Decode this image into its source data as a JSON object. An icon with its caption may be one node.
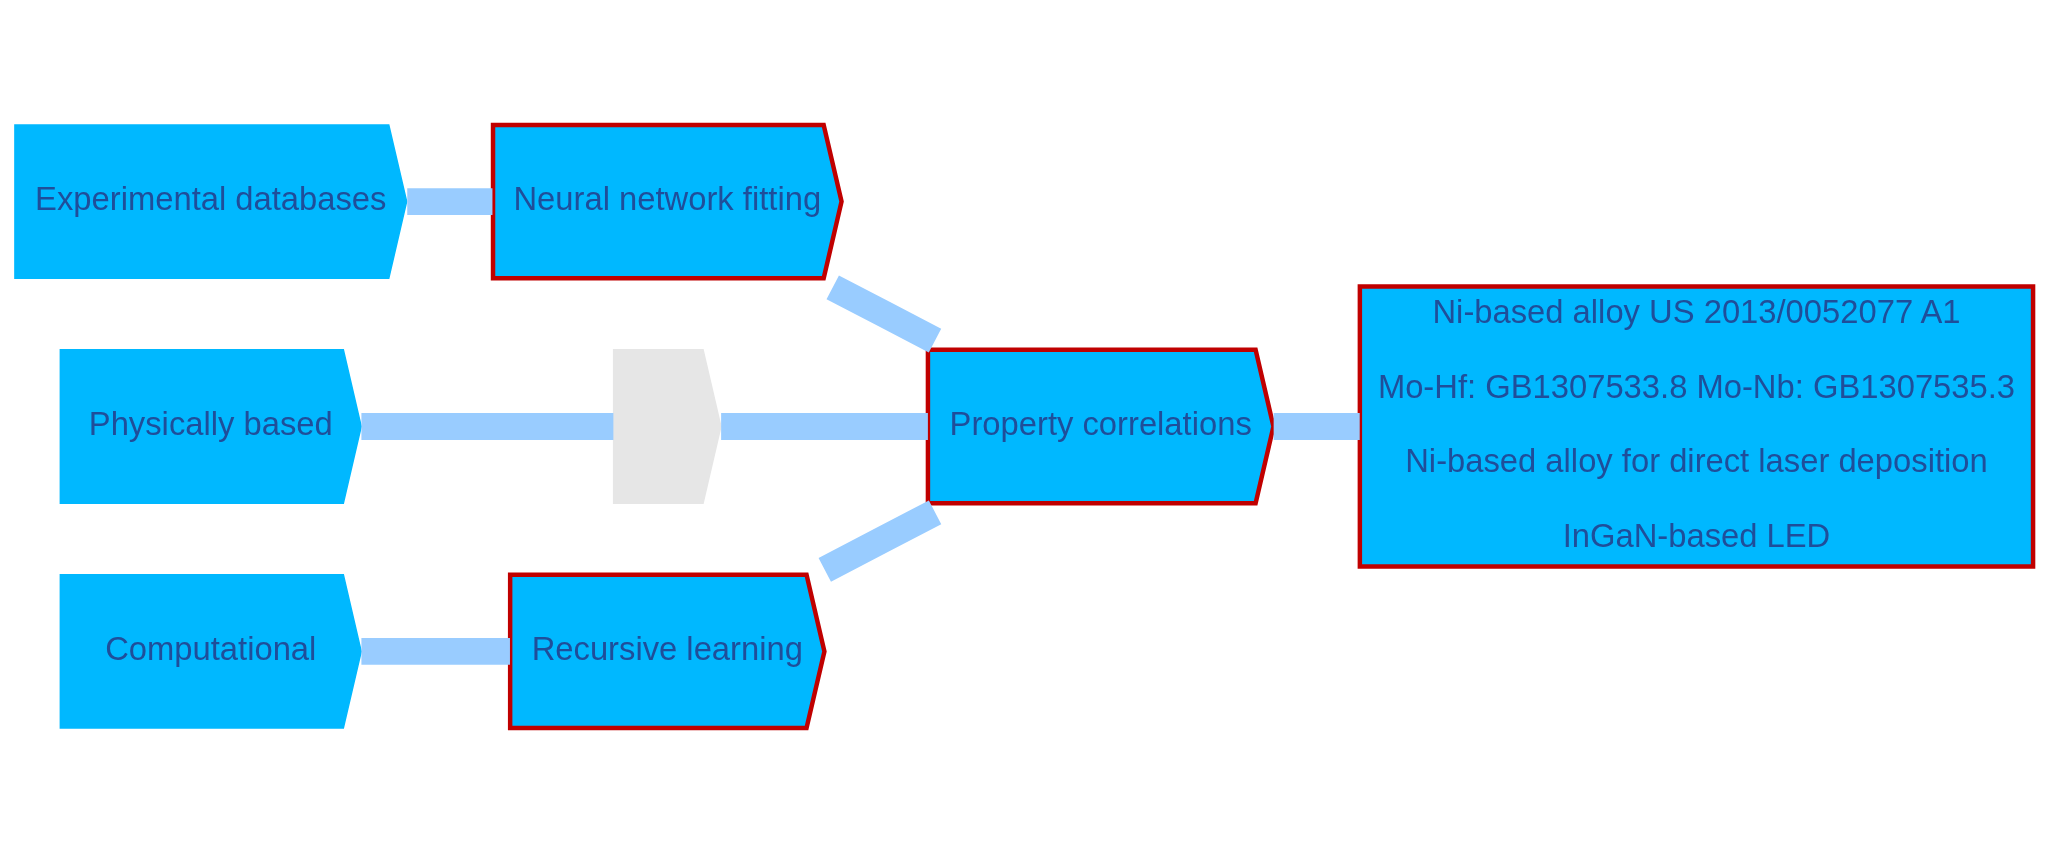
{
  "diagram": {
    "nodes": [
      {
        "text": [
          "Experimental databases"
        ]
      },
      {
        "text": [
          "Neural network fitting"
        ]
      },
      {
        "text": [
          "Physically based"
        ]
      },
      {
        "text": [],
        "shape": "chevron"
      },
      {
        "text": [
          "Property correlations"
        ]
      },
      {
        "text": [
          "Computational"
        ]
      },
      {
        "text": [
          "Recursive learning"
        ]
      },
      {
        "text": [
          "Ni-based alloy US 2013/0052077 A1",
          "Mo-Hf: GB1307533.8 Mo-Nb: GB1307535.3",
          "Ni-based alloy for direct laser deposition",
          "InGaN-based LED"
        ]
      }
    ],
    "edges": [
      {
        "from": 0,
        "to": 1,
        "arrow": "none"
      },
      {
        "from": 1,
        "to": 4,
        "arrow": "none"
      },
      {
        "from": 2,
        "to": 3,
        "arrow": "none"
      },
      {
        "from": 3,
        "to": 4,
        "arrow": "none"
      },
      {
        "from": 5,
        "to": 6,
        "arrow": "none"
      },
      {
        "from": 6,
        "to": 4,
        "arrow": "none"
      },
      {
        "from": 4,
        "to": 7,
        "arrow": "none"
      }
    ]
  }
}
